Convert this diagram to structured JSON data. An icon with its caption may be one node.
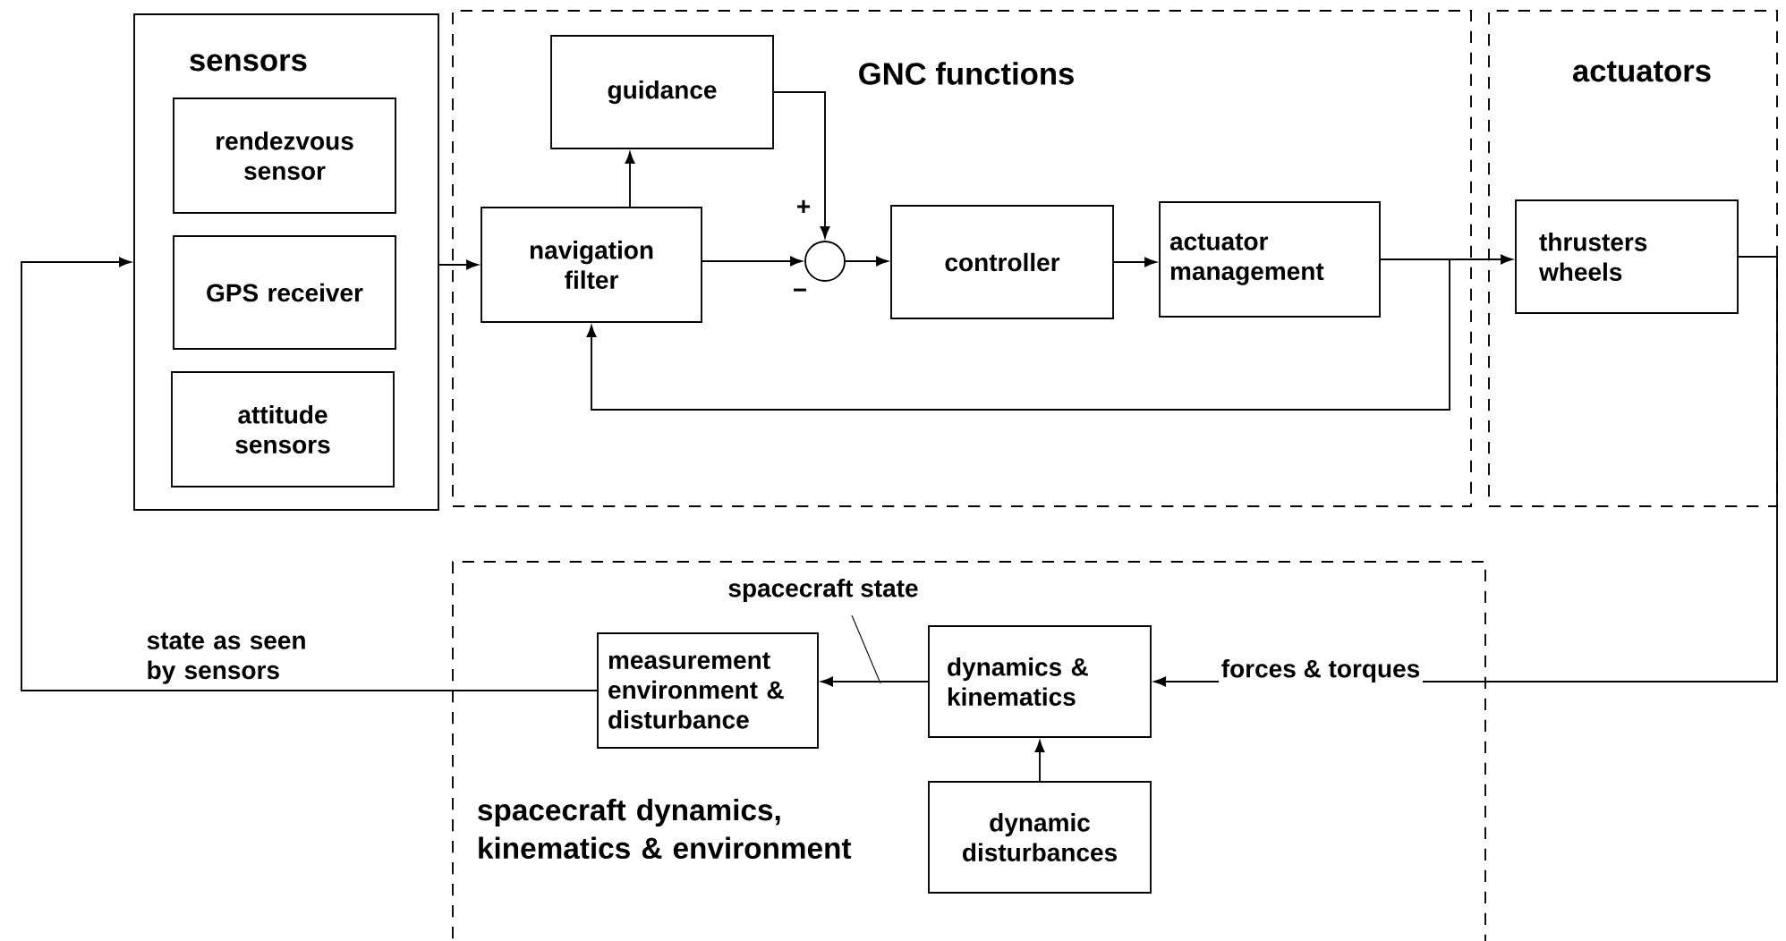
{
  "diagram": {
    "nodes": [
      {
        "text": [
          "sensors"
        ]
      },
      {
        "text": [
          "rendezvous sensor"
        ],
        "in": 0
      },
      {
        "text": [
          "GPS receiver"
        ],
        "in": 0
      },
      {
        "text": [
          "attitude sensors"
        ],
        "in": 0
      },
      {
        "text": [
          "GNC functions"
        ]
      },
      {
        "text": [
          "guidance"
        ],
        "in": 4
      },
      {
        "text": [
          "navigation filter"
        ],
        "in": 4
      },
      {
        "text": [],
        "shape": "circle",
        "in": 4
      },
      {
        "text": [
          "controller"
        ],
        "in": 4
      },
      {
        "text": [
          "actuator management"
        ],
        "in": 4
      },
      {
        "text": [
          "actuators"
        ]
      },
      {
        "text": [
          "thrusters wheels"
        ],
        "in": 10
      },
      {
        "text": [
          "spacecraft dynamics, kinematics & environment"
        ]
      },
      {
        "text": [
          "measurement environment & disturbance"
        ],
        "in": 12
      },
      {
        "text": [
          "dynamics & kinematics"
        ],
        "in": 12
      },
      {
        "text": [
          "dynamic disturbances"
        ],
        "in": 12
      }
    ],
    "edges": [
      {
        "from": 13,
        "to": 0,
        "arrow": "to",
        "label": "state as seen by sensors"
      },
      {
        "from": 0,
        "to": 6,
        "arrow": "to"
      },
      {
        "from": 6,
        "to": 5,
        "arrow": "to"
      },
      {
        "from": 5,
        "to": 7,
        "arrow": "to",
        "label": "+"
      },
      {
        "from": 6,
        "to": 7,
        "arrow": "to",
        "label": "−"
      },
      {
        "from": 7,
        "to": 8,
        "arrow": "to"
      },
      {
        "from": 8,
        "to": 9,
        "arrow": "to"
      },
      {
        "from": 9,
        "to": 11,
        "arrow": "to"
      },
      {
        "from": 9,
        "to": 6,
        "arrow": "to"
      },
      {
        "from": 11,
        "to": 14,
        "arrow": "to",
        "label": "forces & torques"
      },
      {
        "from": 14,
        "to": 13,
        "arrow": "to",
        "label": "spacecraft state"
      },
      {
        "from": 15,
        "to": 14,
        "arrow": "to"
      }
    ]
  }
}
